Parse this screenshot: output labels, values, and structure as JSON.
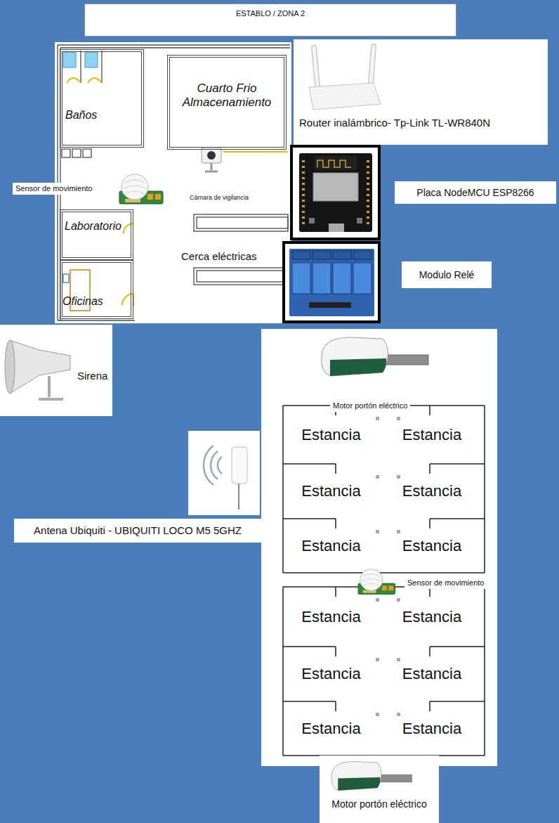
{
  "diagram": {
    "title": "ESTABLO / ZONA 2",
    "nodes": [
      {
        "text": [
          "Sensor de movimiento",
          "Cámara de vigilancia",
          "Cerca eléctricas"
        ]
      },
      {
        "text": [
          "Baños"
        ],
        "in": 0
      },
      {
        "text": [
          "Cuarto Frio Almacenamiento"
        ],
        "in": 0
      },
      {
        "text": [
          "Laboratorio"
        ],
        "in": 0
      },
      {
        "text": [
          "Oficinas"
        ],
        "in": 0
      },
      {
        "text": [
          "Router inalámbrico- Tp-Link TL-WR840N"
        ]
      },
      {
        "text": [
          "Placa NodeMCU ESP8266"
        ]
      },
      {
        "text": [
          "Modulo Relé"
        ]
      },
      {
        "text": [
          "Sirena"
        ]
      },
      {
        "text": [
          "Antena Ubiquiti - UBIQUITI LOCO M5 5GHZ"
        ]
      },
      {
        "text": [
          "Motor portón eléctrico",
          "Sensor de movimiento"
        ]
      },
      {
        "text": [
          "Estancia"
        ],
        "in": 10
      },
      {
        "text": [
          "Estancia"
        ],
        "in": 10
      },
      {
        "text": [
          "Estancia"
        ],
        "in": 10
      },
      {
        "text": [
          "Estancia"
        ],
        "in": 10
      },
      {
        "text": [
          "Estancia"
        ],
        "in": 10
      },
      {
        "text": [
          "Estancia"
        ],
        "in": 10
      },
      {
        "text": [
          "Estancia"
        ],
        "in": 10
      },
      {
        "text": [
          "Estancia"
        ],
        "in": 10
      },
      {
        "text": [
          "Estancia"
        ],
        "in": 10
      },
      {
        "text": [
          "Estancia"
        ],
        "in": 10
      },
      {
        "text": [
          "Estancia"
        ],
        "in": 10
      },
      {
        "text": [
          "Estancia"
        ],
        "in": 10
      },
      {
        "text": [
          "Motor portón eléctrico"
        ]
      }
    ]
  }
}
